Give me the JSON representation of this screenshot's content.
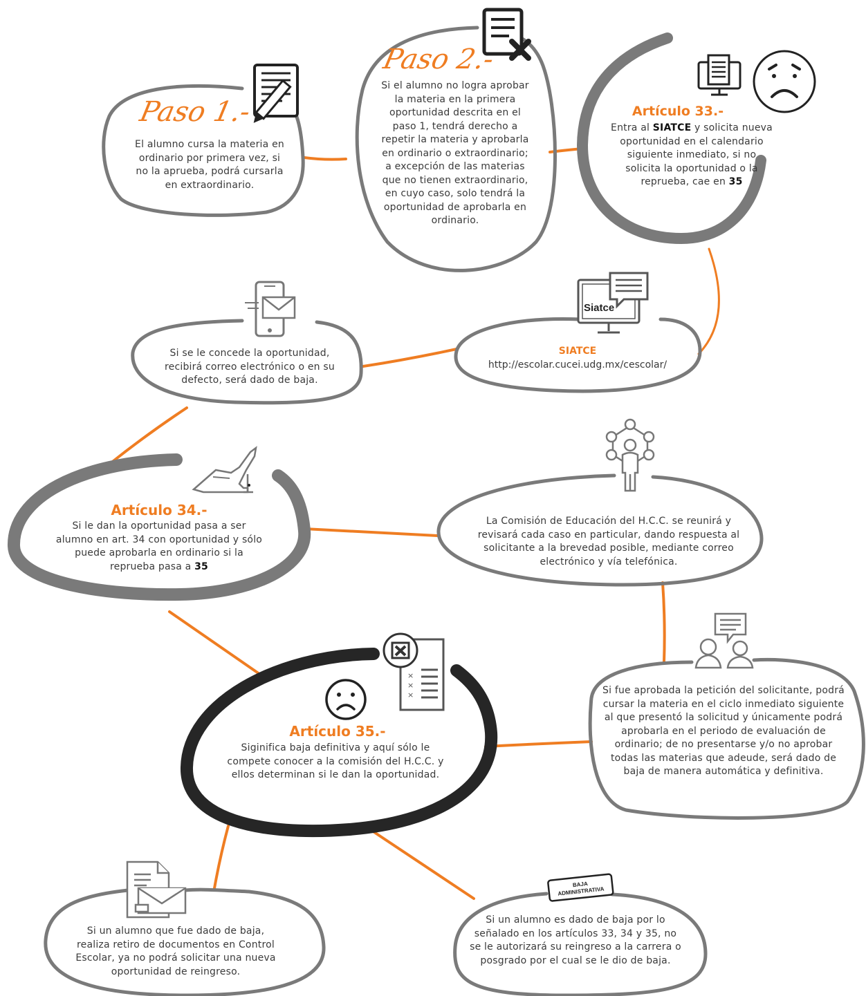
{
  "colors": {
    "accent": "#ef7d22",
    "outline_gray": "#7a7a7a",
    "outline_dark": "#262626",
    "text": "#3a3a3a"
  },
  "nodes": {
    "paso1": {
      "heading": "Paso 1.-",
      "icon": "document-pencil-icon",
      "body": "El alumno cursa la materia en ordinario por primera vez, si no la aprueba, podrá cursarla en extraordinario."
    },
    "paso2": {
      "heading": "Paso 2.-",
      "icon": "document-x-icon",
      "body": "Si el alumno no logra aprobar la materia en la primera oportunidad descrita en el paso 1, tendrá derecho a repetir la materia y aprobarla en ordinario o extraordinario; a excepción de las materias que no tienen extraordinario, en cuyo caso, solo tendrá la oportunidad de aprobarla en ordinario."
    },
    "art33": {
      "heading": "Artículo 33.-",
      "icons": [
        "computer-document-icon",
        "sad-face-icon"
      ],
      "body_pre": "Entra al ",
      "body_bold1": "SIATCE",
      "body_mid": " y solicita nueva oportunidad en el calendario siguiente inmediato, si no solicita la oportunidad o la reprueba, cae en ",
      "body_bold2": "35"
    },
    "siatce": {
      "title": "SIATCE",
      "url": "http://escolar.cucei.udg.mx/cescolar/",
      "icon": "monitor-chat-icon",
      "screen_label": "Siatce"
    },
    "correo": {
      "icon": "phone-mail-icon",
      "body": "Si se le concede la oportunidad, recibirá correo electrónico o en su defecto, será dado de baja."
    },
    "art34": {
      "heading": "Artículo 34.-",
      "icon": "hand-signing-icon",
      "body_pre": "Si le dan la oportunidad pasa a ser alumno en art. 34 con oportunidad y sólo puede aprobarla en ordinario si la reprueba pasa a ",
      "body_bold": "35"
    },
    "comision": {
      "icon": "network-person-icon",
      "body": "La Comisión de Educación del H.C.C. se reunirá y revisará cada caso en particular, dando respuesta al solicitante a la brevedad posible, mediante correo electrónico y vía telefónica."
    },
    "aprobada": {
      "icon": "people-chat-icon",
      "body": "Si fue aprobada la petición del solicitante, podrá cursar la materia en el ciclo inmediato siguiente al que presentó la solicitud y únicamente podrá aprobarla en el periodo de evaluación de ordinario; de no presentarse y/o no aprobar todas las materias que adeude, será dado de baja de manera automática y definitiva."
    },
    "art35": {
      "heading": "Artículo 35.-",
      "icons": [
        "checklist-x-icon",
        "sad-face-icon"
      ],
      "body": "Siginifica baja definitiva y aquí sólo le compete conocer a la comisión del H.C.C. y ellos determinan si le dan la oportunidad."
    },
    "retiro": {
      "icon": "document-envelope-icon",
      "body": "Si un alumno que fue dado de baja, realiza retiro de documentos en Control Escolar, ya no podrá solicitar una nueva oportunidad de reingreso."
    },
    "baja": {
      "stamp_line1": "BAJA",
      "stamp_line2": "ADMINISTRATIVA",
      "icon": "baja-stamp-icon",
      "body": "Si un alumno es dado de baja por lo señalado en los artículos 33, 34 y 35, no se le autorizará su reingreso a la carrera o posgrado por el cual se le dio de baja."
    }
  }
}
